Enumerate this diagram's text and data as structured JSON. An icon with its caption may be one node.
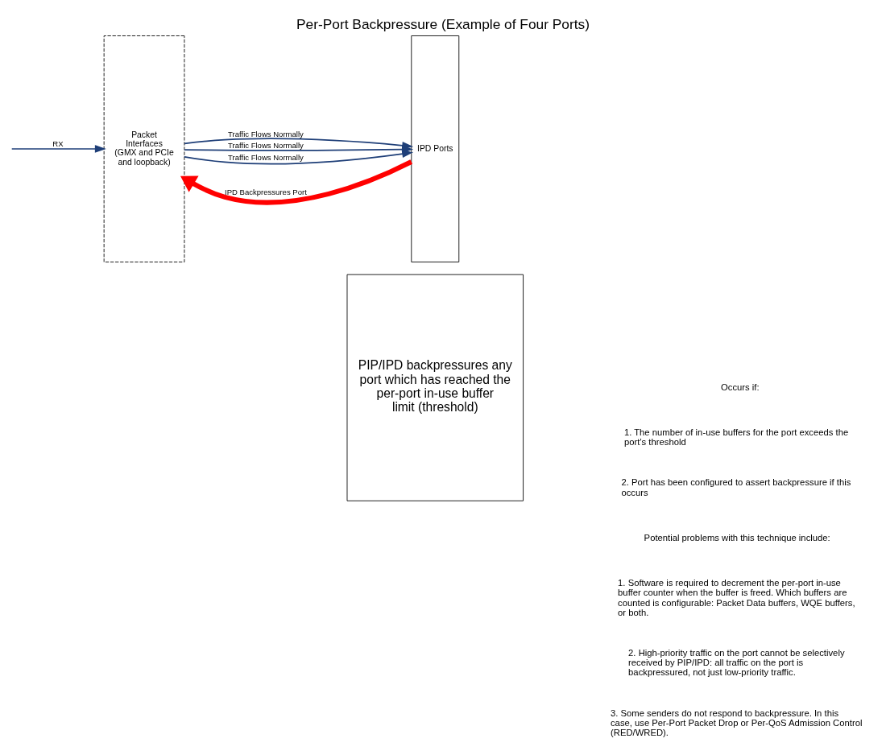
{
  "diagram": {
    "title": "Per-Port Backpressure (Example of Four Ports)",
    "nodes": [
      {
        "text": [
          "Packet Interfaces (GMX and PCIe and loopback)"
        ]
      },
      {
        "text": [
          "IPD Ports"
        ]
      },
      {
        "text": [
          "PIP/IPD backpressures any port which has reached the per-port in-use buffer limit (threshold)"
        ]
      }
    ],
    "edges": [
      {
        "from": null,
        "to": 0,
        "arrow": "to",
        "label": "RX"
      },
      {
        "from": 0,
        "to": 1,
        "arrow": "to",
        "label": "Traffic Flows Normally"
      },
      {
        "from": 0,
        "to": 1,
        "arrow": "to",
        "label": "Traffic Flows Normally"
      },
      {
        "from": 1,
        "to": 0,
        "arrow": "to",
        "label": "IPD Backpressures Port",
        "style": "thick",
        "color": "#ff0000"
      },
      {
        "from": 0,
        "to": 1,
        "arrow": "to",
        "label": "Traffic Flows Normally"
      }
    ],
    "labels": [
      "Occurs if:",
      "1. The number of in-use buffers for the port exceeds the port’s threshold",
      "2. Port has been configured to assert backpressure if this occurs",
      "Potential problems with this technique include:",
      "1. Software is required to decrement the per-port in-use buffer counter when the buffer is freed. Which buffers are counted is configurable: Packet Data buffers, WQE buffers, or both.",
      "2. High-priority traffic on the port cannot be selectively received by PIP/IPD: all traffic on the port is backpressured, not just low-priority traffic.",
      "3. Some senders do not respond to backpressure. In this case, use Per-Port Packet Drop or Per-QoS Admission Control (RED/WRED)."
    ]
  }
}
